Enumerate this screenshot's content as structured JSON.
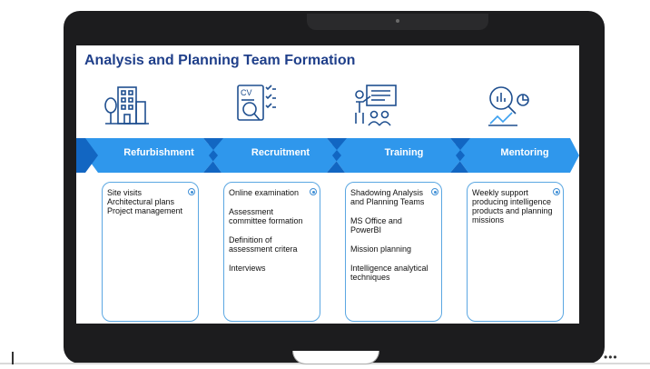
{
  "slide": {
    "title": "Analysis and Planning Team Formation"
  },
  "colors": {
    "title": "#1f3f8a",
    "arrow_light": "#3aa0f0",
    "arrow_dark": "#1276d0",
    "card_border": "#5ba7e2"
  },
  "stages": [
    {
      "label": "Refurbishment",
      "icon": "building-icon",
      "items": [
        "Site visits",
        "Architectural plans",
        "Project management"
      ]
    },
    {
      "label": "Recruitment",
      "icon": "cv-search-icon",
      "items": [
        "Online examination",
        "Assessment committee formation",
        "Definition of assessment critera",
        "Interviews"
      ]
    },
    {
      "label": "Training",
      "icon": "presentation-icon",
      "items": [
        "Shadowing Analysis and Planning Teams",
        "MS Office and PowerBI",
        "Mission planning",
        "Intelligence analytical techniques"
      ]
    },
    {
      "label": "Mentoring",
      "icon": "analytics-icon",
      "items": [
        "Weekly support producing intelligence products and planning missions"
      ]
    }
  ]
}
